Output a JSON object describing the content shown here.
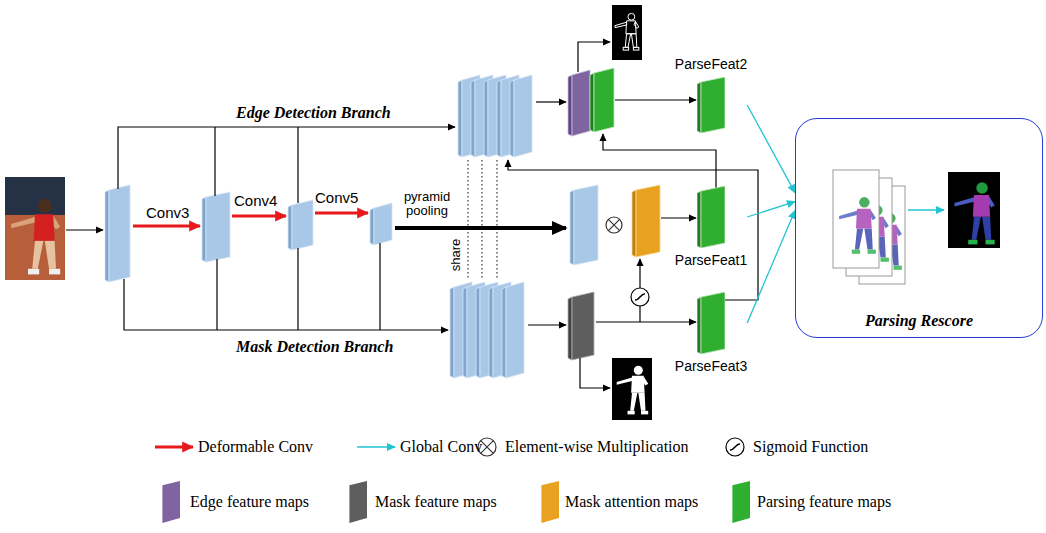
{
  "diagram": {
    "nodes": [
      {
        "text": [
          "ParseFeat2"
        ]
      },
      {
        "text": [
          "ParseFeat1"
        ]
      },
      {
        "text": [
          "ParseFeat3"
        ]
      },
      {
        "text": [
          "Parsing Rescore"
        ]
      }
    ],
    "edges": [
      {
        "from": 0,
        "to": 3,
        "arrow": "to"
      },
      {
        "from": 1,
        "to": 3,
        "arrow": "to"
      },
      {
        "from": 2,
        "to": 3,
        "arrow": "to"
      }
    ],
    "labels": [
      "Edge Detection Branch",
      "Conv3",
      "Conv4",
      "Conv5",
      "pyramid pooling",
      "share",
      "Mask Detection Branch"
    ],
    "legend": [
      {
        "text": "Deformable Conv"
      },
      {
        "text": "Global Conv"
      },
      {
        "text": "Element-wise Multiplication"
      },
      {
        "text": "Sigmoid Function"
      },
      {
        "text": "Edge feature maps",
        "color": "#8064a2"
      },
      {
        "text": "Mask feature maps",
        "color": "#5e5e5e"
      },
      {
        "text": "Mask attention maps",
        "color": "#e9a21f"
      },
      {
        "text": "Parsing feature maps",
        "color": "#2fae2f"
      }
    ]
  }
}
